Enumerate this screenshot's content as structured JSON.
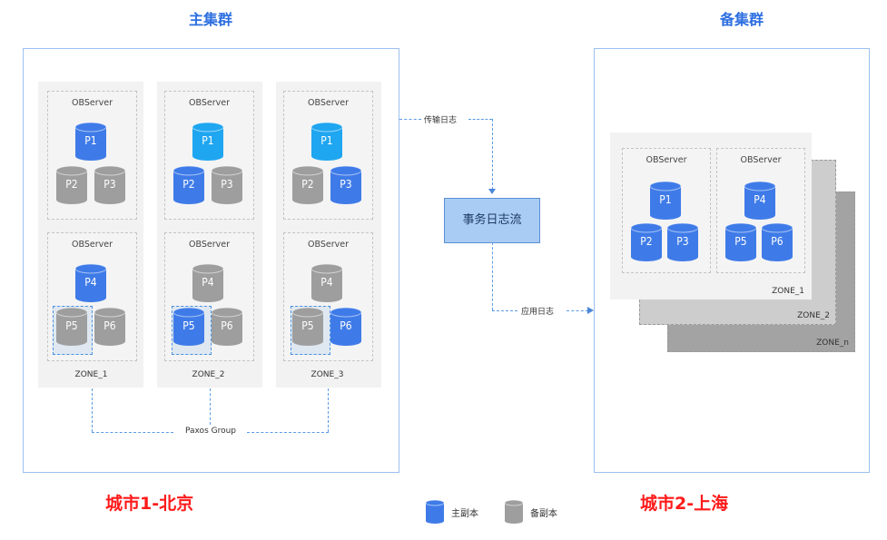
{
  "primary": {
    "title": "主集群",
    "zones": [
      {
        "label": "ZONE_1",
        "servers": [
          {
            "label": "OBServer",
            "replicas": [
              {
                "name": "P1",
                "role": "primary"
              },
              {
                "name": "P2",
                "role": "backup"
              },
              {
                "name": "P3",
                "role": "backup"
              }
            ]
          },
          {
            "label": "OBServer",
            "replicas": [
              {
                "name": "P4",
                "role": "primary"
              },
              {
                "name": "P5",
                "role": "backup"
              },
              {
                "name": "P6",
                "role": "backup"
              }
            ]
          }
        ]
      },
      {
        "label": "ZONE_2",
        "servers": [
          {
            "label": "OBServer",
            "replicas": [
              {
                "name": "P1",
                "role": "primary"
              },
              {
                "name": "P2",
                "role": "primary"
              },
              {
                "name": "P3",
                "role": "backup"
              }
            ]
          },
          {
            "label": "OBServer",
            "replicas": [
              {
                "name": "P4",
                "role": "backup"
              },
              {
                "name": "P5",
                "role": "primary"
              },
              {
                "name": "P6",
                "role": "backup"
              }
            ]
          }
        ]
      },
      {
        "label": "ZONE_3",
        "servers": [
          {
            "label": "OBServer",
            "replicas": [
              {
                "name": "P1",
                "role": "primary"
              },
              {
                "name": "P2",
                "role": "backup"
              },
              {
                "name": "P3",
                "role": "primary"
              }
            ]
          },
          {
            "label": "OBServer",
            "replicas": [
              {
                "name": "P4",
                "role": "backup"
              },
              {
                "name": "P5",
                "role": "backup"
              },
              {
                "name": "P6",
                "role": "primary"
              }
            ]
          }
        ]
      }
    ],
    "paxos_group": "Paxos Group",
    "city": "城市1-北京"
  },
  "middle": {
    "transfer_log": "传输日志",
    "txn_log_stream": "事务日志流",
    "apply_log": "应用日志"
  },
  "standby": {
    "title": "备集群",
    "zone_labels": [
      "ZONE_1",
      "ZONE_2",
      "ZONE_n"
    ],
    "servers": [
      {
        "label": "OBServer",
        "replicas": [
          {
            "name": "P1",
            "role": "primary"
          },
          {
            "name": "P2",
            "role": "primary"
          },
          {
            "name": "P3",
            "role": "primary"
          }
        ]
      },
      {
        "label": "OBServer",
        "replicas": [
          {
            "name": "P4",
            "role": "primary"
          },
          {
            "name": "P5",
            "role": "primary"
          },
          {
            "name": "P6",
            "role": "primary"
          }
        ]
      }
    ],
    "city": "城市2-上海"
  },
  "legend": {
    "primary_label": "主副本",
    "backup_label": "备副本"
  },
  "colors": {
    "primary_replica": "#3f7be8",
    "primary_replica_light": "#1fa6f0",
    "backup_replica": "#9e9e9e",
    "accent": "#2d6fe0",
    "city": "#ff1a1a"
  }
}
